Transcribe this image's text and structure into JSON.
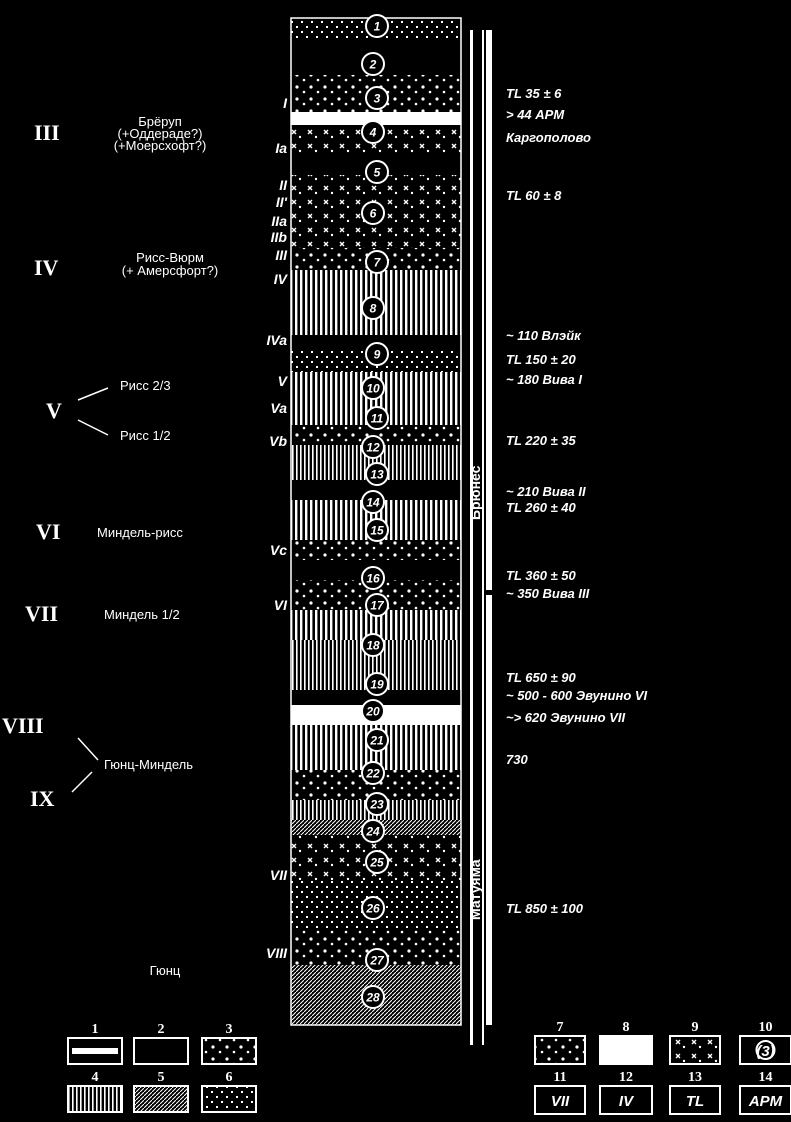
{
  "stages": [
    {
      "roman": "III",
      "text": [
        "Брёруп",
        "(+Оддераде?)",
        "(+Моерсхофт?)"
      ]
    },
    {
      "roman": "IV",
      "text": [
        "Рисс-Вюрм",
        "(+ Амерсфорт?)"
      ]
    },
    {
      "roman": "V",
      "upper": "Рисс 2/3",
      "lower": "Рисс 1/2"
    },
    {
      "roman": "VI",
      "text": [
        "Миндель-рисс"
      ]
    },
    {
      "roman": "VII",
      "text": [
        "Миндель 1/2"
      ]
    },
    {
      "roman_a": "VIII",
      "roman_b": "IX",
      "text": [
        "Гюнц-Миндель"
      ]
    }
  ],
  "bottom_label": "Гюнц",
  "horizons": [
    "I",
    "Ia",
    "II",
    "II'",
    "IIa",
    "IIb",
    "III",
    "IV",
    "IVa",
    "V",
    "Va",
    "Vb",
    "Vc",
    "VI",
    "VII",
    "VIII"
  ],
  "layers": [
    "1",
    "2",
    "3",
    "4",
    "5",
    "6",
    "7",
    "8",
    "9",
    "10",
    "11",
    "12",
    "13",
    "14",
    "15",
    "16",
    "17",
    "18",
    "19",
    "20",
    "21",
    "22",
    "23",
    "24",
    "25",
    "26",
    "27",
    "28"
  ],
  "epochs": [
    "Брюнес",
    "Матуяма"
  ],
  "dates": [
    {
      "text": "TL 35 ± 6"
    },
    {
      "text": "> 44 АРМ"
    },
    {
      "text": "Каргополово"
    },
    {
      "text": "TL 60 ± 8"
    },
    {
      "text": "~ 110 Влэйк"
    },
    {
      "text": "TL 150 ± 20"
    },
    {
      "text": "~ 180 Вива I"
    },
    {
      "text": "TL 220 ± 35"
    },
    {
      "text": "~ 210  Вива II"
    },
    {
      "text": "TL 260 ± 40"
    },
    {
      "text": "TL 360 ± 50"
    },
    {
      "text": "~ 350  Вива III"
    },
    {
      "text": "TL 650 ± 90"
    },
    {
      "text": "~ 500 - 600 Эвунино VI"
    },
    {
      "text": "~> 620 Эвунино VII"
    },
    {
      "text": "730"
    },
    {
      "text": "TL 850 ± 100"
    }
  ],
  "legend": {
    "left": [
      {
        "num": "1",
        "pattern": "soil"
      },
      {
        "num": "2",
        "pattern": "blank"
      },
      {
        "num": "3",
        "pattern": "dots"
      },
      {
        "num": "4",
        "pattern": "vertical"
      },
      {
        "num": "5",
        "pattern": "hatch"
      },
      {
        "num": "6",
        "pattern": "speckle"
      }
    ],
    "right": [
      {
        "num": "7",
        "pattern": "pebbles"
      },
      {
        "num": "8",
        "pattern": "white"
      },
      {
        "num": "9",
        "pattern": "crosses"
      },
      {
        "num": "10",
        "pattern": "circle",
        "text": "(3)"
      },
      {
        "num": "11",
        "pattern": "label",
        "text": "VII"
      },
      {
        "num": "12",
        "pattern": "label",
        "text": "IV"
      },
      {
        "num": "13",
        "pattern": "label",
        "text": "TL"
      },
      {
        "num": "14",
        "pattern": "label",
        "text": "АРМ"
      }
    ]
  }
}
